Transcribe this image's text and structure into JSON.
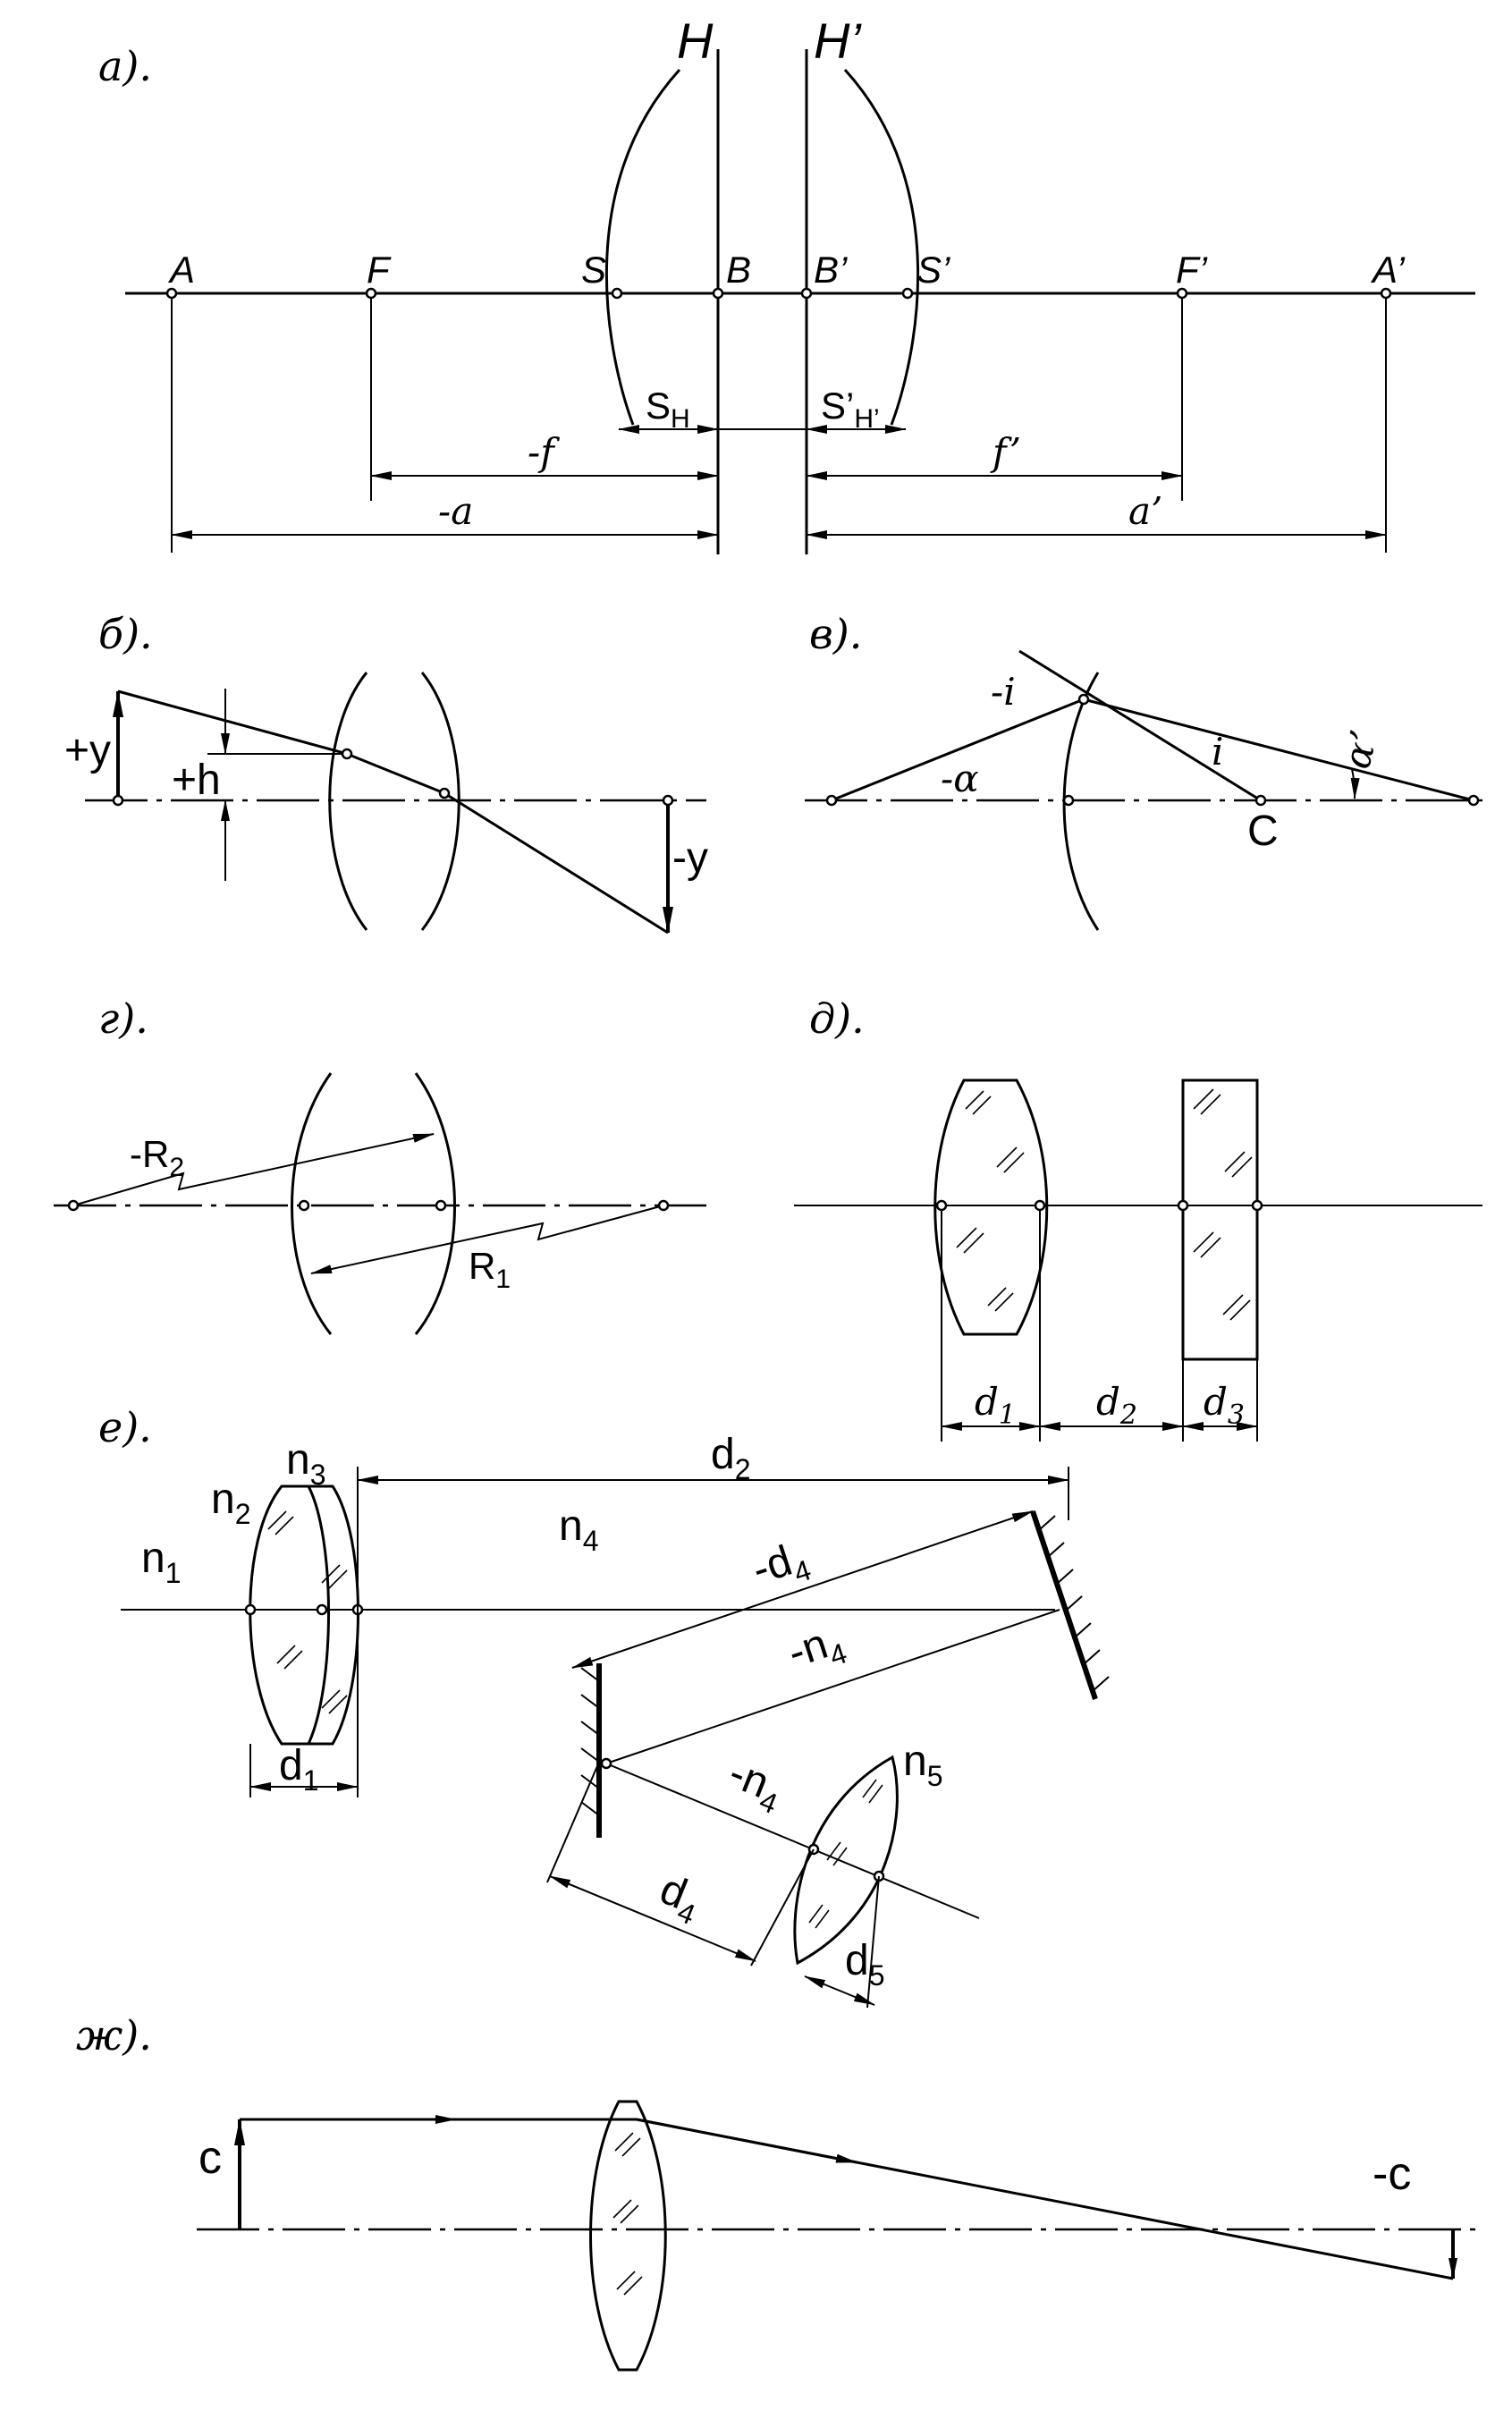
{
  "panels": {
    "a": {
      "title": "а).",
      "points": [
        "A",
        "F",
        "S",
        "B",
        "B’",
        "S’",
        "F’",
        "A’"
      ],
      "planes": [
        "H",
        "H’"
      ],
      "dims": {
        "sh": "S",
        "sh_sub": "H",
        "shp": "S’",
        "shp_sub": "H’",
        "f": "-f",
        "fp": "f’",
        "a": "-a",
        "ap": "a’"
      }
    },
    "b": {
      "title": "б).",
      "labels": {
        "y": "+y",
        "h": "+h",
        "yp": "-y"
      }
    },
    "v": {
      "title": "в).",
      "labels": {
        "mi": "-i",
        "i": "i",
        "malpha": "-α",
        "alphap": "α’",
        "c": "C"
      }
    },
    "g": {
      "title": "г).",
      "labels": {
        "r2": "-R",
        "r2_sub": "2",
        "r1": "R",
        "r1_sub": "1"
      }
    },
    "d": {
      "title": "д).",
      "labels": {
        "d1": "d",
        "d1_sub": "1",
        "d2": "d",
        "d2_sub": "2",
        "d3": "d",
        "d3_sub": "3"
      }
    },
    "e": {
      "title": "е).",
      "labels": {
        "n1": "n",
        "n1_sub": "1",
        "n2": "n",
        "n2_sub": "2",
        "n3": "n",
        "n3_sub": "3",
        "n4": "n",
        "n4_sub": "4",
        "d2": "d",
        "d2_sub": "2",
        "md4": "-d",
        "md4_sub": "4",
        "mn4a": "-n",
        "mn4a_sub": "4",
        "mn4b": "-n",
        "mn4b_sub": "4",
        "n5": "n",
        "n5_sub": "5",
        "d1": "d",
        "d1_sub": "1",
        "d4": "d",
        "d4_sub": "4",
        "d5": "d",
        "d5_sub": "5"
      }
    },
    "zh": {
      "title": "ж).",
      "labels": {
        "c": "c",
        "mc": "-c"
      }
    }
  }
}
